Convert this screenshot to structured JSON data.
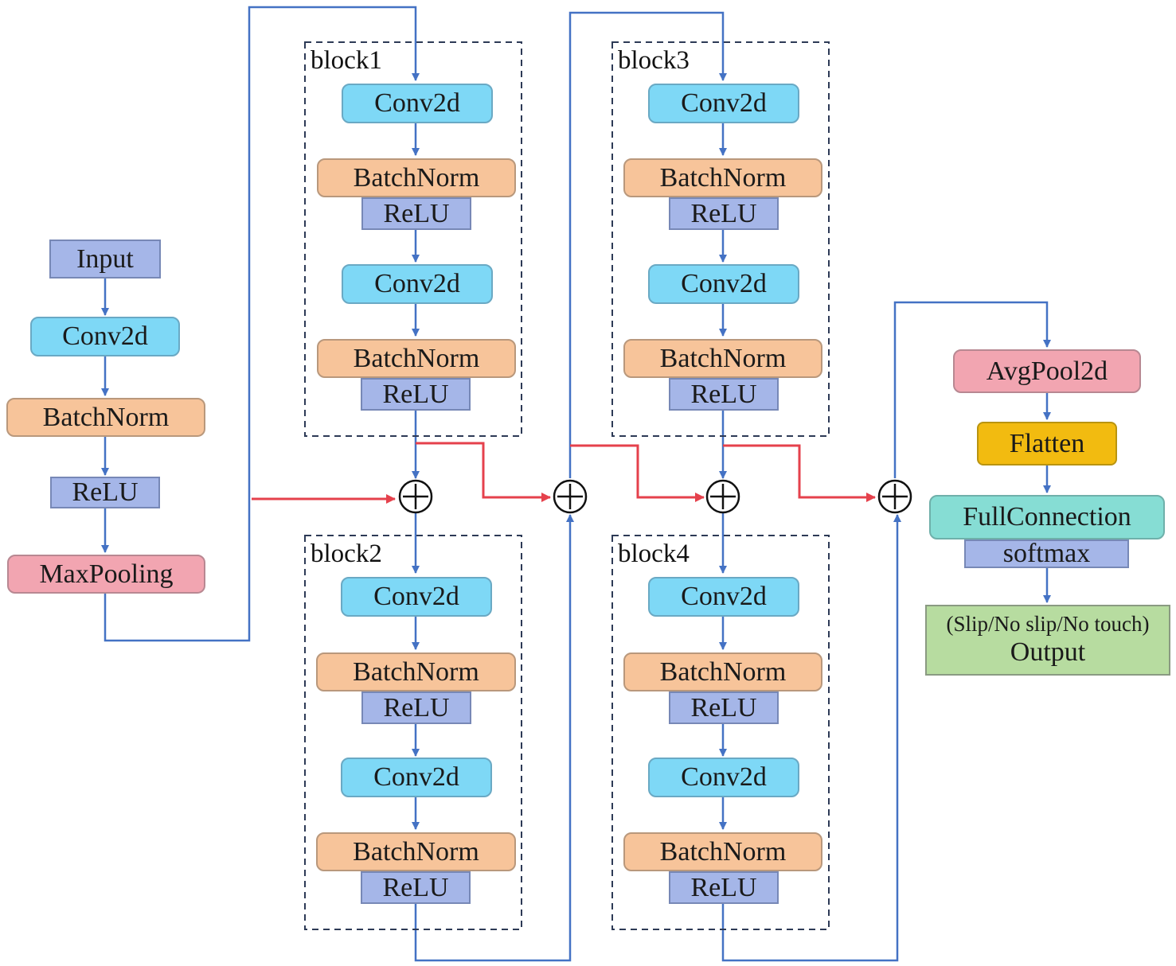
{
  "colors": {
    "connector_blue": "#4472c4",
    "connector_red": "#e5414c",
    "conv2d": "#7ed8f6",
    "batchnorm": "#f7c49a",
    "relu": "#a5b6e8",
    "pooling": "#f2a5b1",
    "flatten": "#f2bb10",
    "fullconnection": "#86ddd4",
    "output": "#b7dca0"
  },
  "stem": {
    "input": "Input",
    "conv": "Conv2d",
    "batchnorm": "BatchNorm",
    "relu": "ReLU",
    "maxpool": "MaxPooling"
  },
  "blocks": [
    {
      "label": "block1",
      "conv1": "Conv2d",
      "bn1": "BatchNorm",
      "relu1": "ReLU",
      "conv2": "Conv2d",
      "bn2": "BatchNorm",
      "relu2": "ReLU"
    },
    {
      "label": "block2",
      "conv1": "Conv2d",
      "bn1": "BatchNorm",
      "relu1": "ReLU",
      "conv2": "Conv2d",
      "bn2": "BatchNorm",
      "relu2": "ReLU"
    },
    {
      "label": "block3",
      "conv1": "Conv2d",
      "bn1": "BatchNorm",
      "relu1": "ReLU",
      "conv2": "Conv2d",
      "bn2": "BatchNorm",
      "relu2": "ReLU"
    },
    {
      "label": "block4",
      "conv1": "Conv2d",
      "bn1": "BatchNorm",
      "relu1": "ReLU",
      "conv2": "Conv2d",
      "bn2": "BatchNorm",
      "relu2": "ReLU"
    }
  ],
  "head": {
    "avgpool": "AvgPool2d",
    "flatten": "Flatten",
    "fc": "FullConnection",
    "softmax": "softmax",
    "output_classes": "(Slip/No slip/No touch)",
    "output": "Output"
  },
  "add_symbol": "+"
}
